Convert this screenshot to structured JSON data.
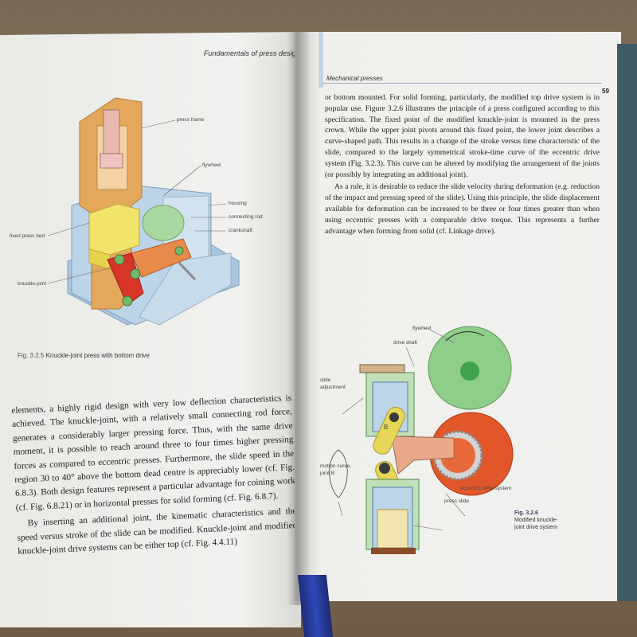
{
  "left_page": {
    "running_header": "Fundamentals of press design",
    "figure_caption": {
      "number": "Fig. 3.2.5",
      "text": "Knuckle-joint press with bottom drive"
    },
    "figure_labels": {
      "press_frame": "press frame",
      "flywheel": "flywheel",
      "housing": "housing",
      "connecting_rod": "connecting rod",
      "crankshaft": "crankshaft",
      "fixed_press_bed": "fixed press bed",
      "knuckle_joint": "knuckle-joint"
    },
    "paragraph_1": "elements, a highly rigid design with very low deflection characteristics is achieved. The knuckle-joint, with a relatively small connecting rod force, generates a considerably larger pressing force. Thus, with the same drive moment, it is possible to reach around three to four times higher pressing forces as compared to eccentric presses. Furthermore, the slide speed in the region 30 to 40° above the bottom dead centre is appreciably lower (cf. Fig. 6.8.3). Both design features represent a particular advantage for coining work (cf. Fig. 6.8.21) or in horizontal presses for solid forming (cf. Fig. 6.8.7).",
    "paragraph_2": "By inserting an additional joint, the kinematic characteristics and the speed versus stroke of the slide can be modified. Knuckle-joint and modified knuckle-joint drive systems can be either top (cf. Fig. 4.4.11)"
  },
  "right_page": {
    "running_header": "Mechanical presses",
    "page_number": "59",
    "paragraph_1": "or bottom mounted. For solid forming, particularly, the modified top drive system is in popular use. Figure 3.2.6 illustrates the principle of a press configured according to this specification. The fixed point of the modified knuckle-joint is mounted in the press crown. While the upper joint pivots around this fixed point, the lower joint describes a curve-shaped path. This results in a change of the stroke versus time characteristic of the slide, compared to the largely symmetrical stroke-time curve of the eccentric drive system (Fig. 3.2.3). This curve can be altered by modifying the arrangement of the joints (or possibly by integrating an additional joint).",
    "paragraph_2": "As a rule, it is desirable to reduce the slide velocity during deformation (e.g. reduction of the impact and pressing speed of the slide). Using this principle, the slide displacement available for deformation can be increased to be three or four times greater than when using eccentric presses with a comparable drive torque. This represents a further advantage when forming from solid (cf. Linkage drive).",
    "figure_caption": {
      "number": "Fig. 3.2.6",
      "line_1": "Modified knuckle-",
      "line_2": "joint drive system"
    },
    "figure_labels": {
      "flywheel": "flywheel",
      "drive_shaft": "drive shaft",
      "slide_adjustment_1": "slide",
      "slide_adjustment_2": "adjustment",
      "joint_b_marker": "B",
      "motion_curve_1": "motion curve,",
      "motion_curve_2": "joint B",
      "eccentric_drive_system": "eccentric drive system",
      "press_slide": "press slide"
    }
  },
  "colors": {
    "frame_orange": "#e3a85b",
    "housing_blue": "#b9d2e6",
    "bed_yellow": "#f2e36b",
    "link_red": "#d9342a",
    "wheel_green": "#8fce8a",
    "eccentric_red": "#e2572a",
    "bookmark_blue": "#2f48b8"
  }
}
